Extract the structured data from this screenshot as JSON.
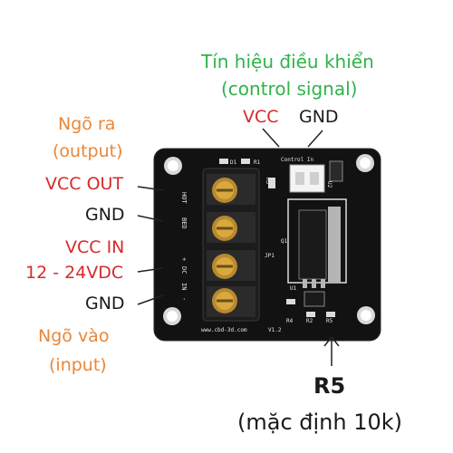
{
  "labels": {
    "control_vn": "Tín hiệu điều khiển",
    "control_en": "(control signal)",
    "ctrl_vcc": "VCC",
    "ctrl_gnd": "GND",
    "output_vn": "Ngõ ra",
    "output_en": "(output)",
    "vcc_out": "VCC OUT",
    "gnd_out": "GND",
    "vcc_in": "VCC IN",
    "voltage": "12 - 24VDC",
    "gnd_in": "GND",
    "input_vn": "Ngõ vào",
    "input_en": "(input)",
    "r5": "R5",
    "r5_default": "(mặc định 10k)"
  },
  "board_silk": {
    "d1": "D1",
    "r1": "R1",
    "control_in": "Control In",
    "hot": "HOT",
    "bed": "BED",
    "plus": "+",
    "dc": "DC",
    "in": "IN",
    "minus": "-",
    "jp1": "JP1",
    "q1": "Q1",
    "r3": "R3",
    "u1": "U1",
    "u2": "U2",
    "r4": "R4",
    "r2": "R2",
    "r5": "R5",
    "version": "V1.2",
    "url": "www.cbd-3d.com"
  },
  "colors": {
    "green": "#2fb34a",
    "orange": "#e8873a",
    "red": "#d62a2a",
    "board": "#111111"
  }
}
